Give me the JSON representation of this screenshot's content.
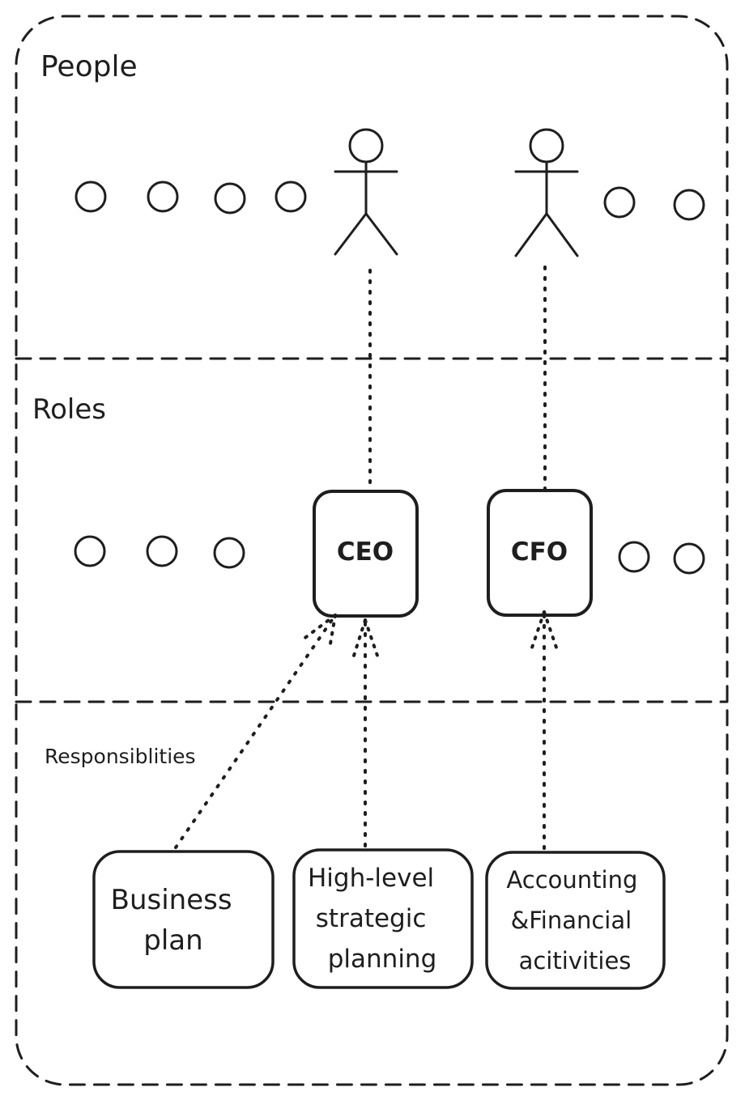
{
  "sections": {
    "people": "People",
    "roles": "Roles",
    "responsibilities": "Responsiblities"
  },
  "roles": {
    "ceo": "CEO",
    "cfo": "CFO"
  },
  "responsibilities": {
    "business_plan": [
      "Business",
      "plan"
    ],
    "strategic_planning": [
      "High-level",
      "strategic",
      "planning"
    ],
    "accounting": [
      "Accounting",
      "&Financial",
      "acitivities"
    ]
  },
  "icons": {
    "person": "stick-figure-icon",
    "placeholder": "ellipsis-circle-icon"
  },
  "colors": {
    "stroke": "#1e1e1e",
    "background": "#ffffff"
  }
}
